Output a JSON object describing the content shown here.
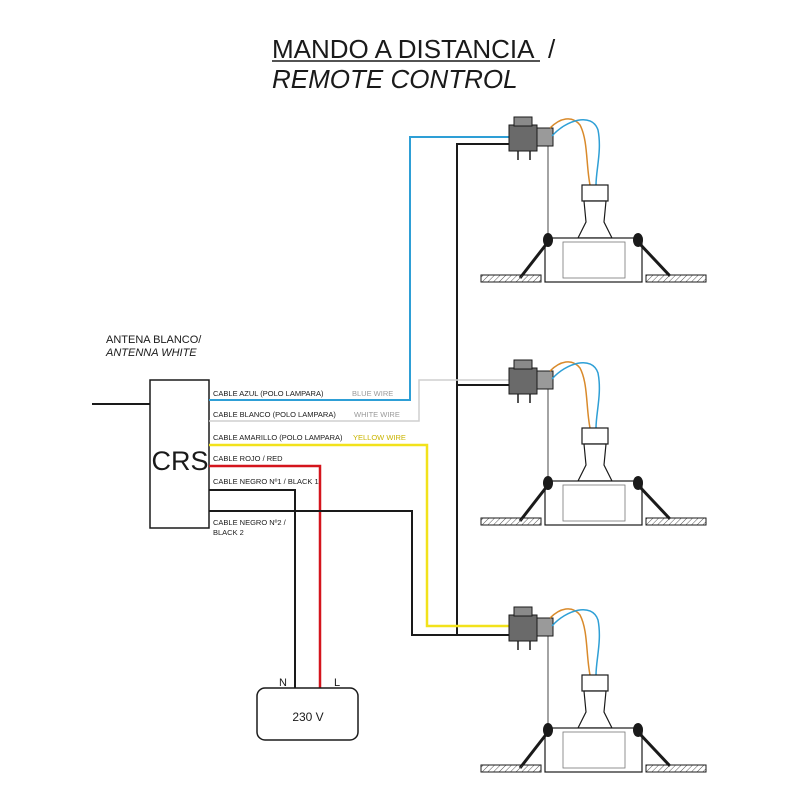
{
  "title": {
    "line1": "MANDO A DISTANCIA",
    "slash": "/",
    "line2": "REMOTE CONTROL"
  },
  "antenna": {
    "label_es": "ANTENA  BLANCO/",
    "label_en": "ANTENNA WHITE"
  },
  "controller": {
    "label": "CRS"
  },
  "cables": [
    {
      "label": "CABLE AZUL (POLO LAMPARA)",
      "en": "BLUE WIRE",
      "color": "#2e9fd6"
    },
    {
      "label": "CABLE BLANCO (POLO LAMPARA)",
      "en": "WHITE WIRE",
      "color": "#cfcfcf"
    },
    {
      "label": "CABLE AMARILLO (POLO LAMPARA)",
      "en": "YELLOW WIRE",
      "color": "#f2e21b"
    },
    {
      "label": "CABLE ROJO  /  RED",
      "color": "#d4141c"
    },
    {
      "label": "CABLE NEGRO Nº1 / BLACK 1",
      "color": "#1a1a1a"
    },
    {
      "label": "CABLE NEGRO Nº2 /",
      "label2": "BLACK 2",
      "color": "#1a1a1a"
    }
  ],
  "supply": {
    "label": "230 V",
    "neutral": "N",
    "live": "L"
  },
  "lamps": {
    "count": 3
  },
  "colors": {
    "blue": "#2e9fd6",
    "white_wire": "#cfcfcf",
    "yellow": "#f2e21b",
    "red": "#d4141c",
    "black": "#1a1a1a",
    "orange_lead": "#d98a2b"
  }
}
